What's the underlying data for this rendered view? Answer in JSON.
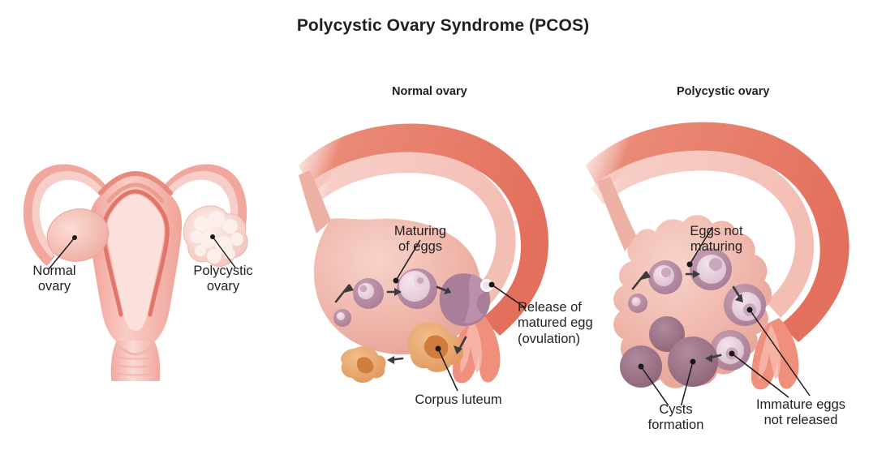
{
  "page": {
    "title": "Polycystic Ovary Syndrome (PCOS)",
    "background": "#ffffff"
  },
  "colors": {
    "text": "#231f20",
    "tube_outer": "#e8806d",
    "tube_inner": "#f5c2ba",
    "uterus_body": "#f4a9a0",
    "uterus_light": "#f9ccc6",
    "uterus_deep": "#e2756a",
    "ovary_fill": "#f0b3a8",
    "ovary_edge": "#e59c90",
    "follicle_outer": "#b58aa0",
    "follicle_inner": "#e7cdd8",
    "cyst_fill": "#a2748c",
    "corpus_luteum": "#e8a368",
    "corpus_luteum_core": "#cf7c3c",
    "leader_line": "#1a1a1a",
    "arrow": "#3b3b3b"
  },
  "panels": {
    "uterus": {
      "name": "uterus-overview",
      "labels": [
        {
          "id": "normal-ovary",
          "line1": "Normal",
          "line2": "ovary"
        },
        {
          "id": "polycystic-ovary",
          "line1": "Polycystic",
          "line2": "ovary"
        }
      ]
    },
    "normal_ovary": {
      "title": "Normal ovary",
      "labels": [
        {
          "id": "maturing-of-eggs",
          "line1": "Maturing",
          "line2": "of eggs",
          "line3": ""
        },
        {
          "id": "release-of-matured-egg",
          "line1": "Release of",
          "line2": "matured egg",
          "line3": "(ovulation)"
        },
        {
          "id": "corpus-luteum",
          "line1": "Corpus luteum",
          "line2": "",
          "line3": ""
        }
      ]
    },
    "polycystic_ovary": {
      "title": "Polycystic ovary",
      "labels": [
        {
          "id": "eggs-not-maturing",
          "line1": "Eggs not",
          "line2": "maturing"
        },
        {
          "id": "cysts-formation",
          "line1": "Cysts",
          "line2": "formation"
        },
        {
          "id": "immature-eggs-not-released",
          "line1": "Immature eggs",
          "line2": "not released"
        }
      ]
    }
  }
}
